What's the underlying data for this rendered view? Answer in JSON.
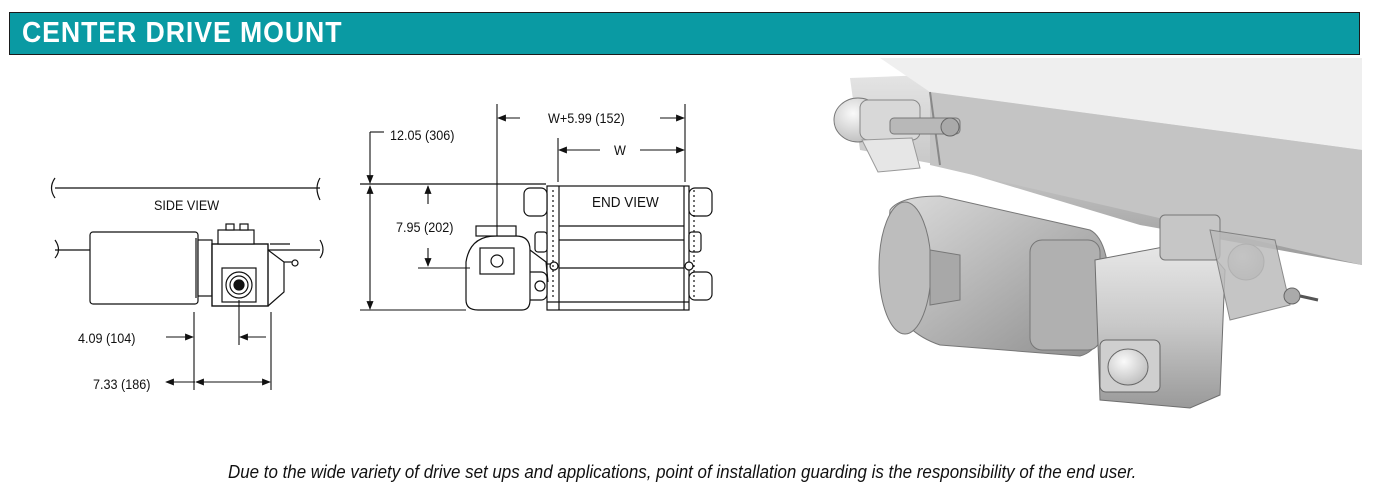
{
  "header": {
    "title": "CENTER DRIVE MOUNT"
  },
  "side_view": {
    "label": "SIDE VIEW",
    "dim_short": "4.09 (104)",
    "dim_long": "7.33 (186)"
  },
  "end_view": {
    "label": "END VIEW",
    "dim_overall_height": "12.05 (306)",
    "dim_drive_height": "7.95 (202)",
    "dim_overall_width": "W+5.99 (152)",
    "dim_width": "W"
  },
  "photo": {
    "icon": "center-drive-photo"
  },
  "caption": "Due to the wide variety of drive set ups and applications, point of installation guarding is the responsibility of the end user.",
  "colors": {
    "header_bg": "#0a9aa3",
    "header_text": "#ffffff"
  }
}
